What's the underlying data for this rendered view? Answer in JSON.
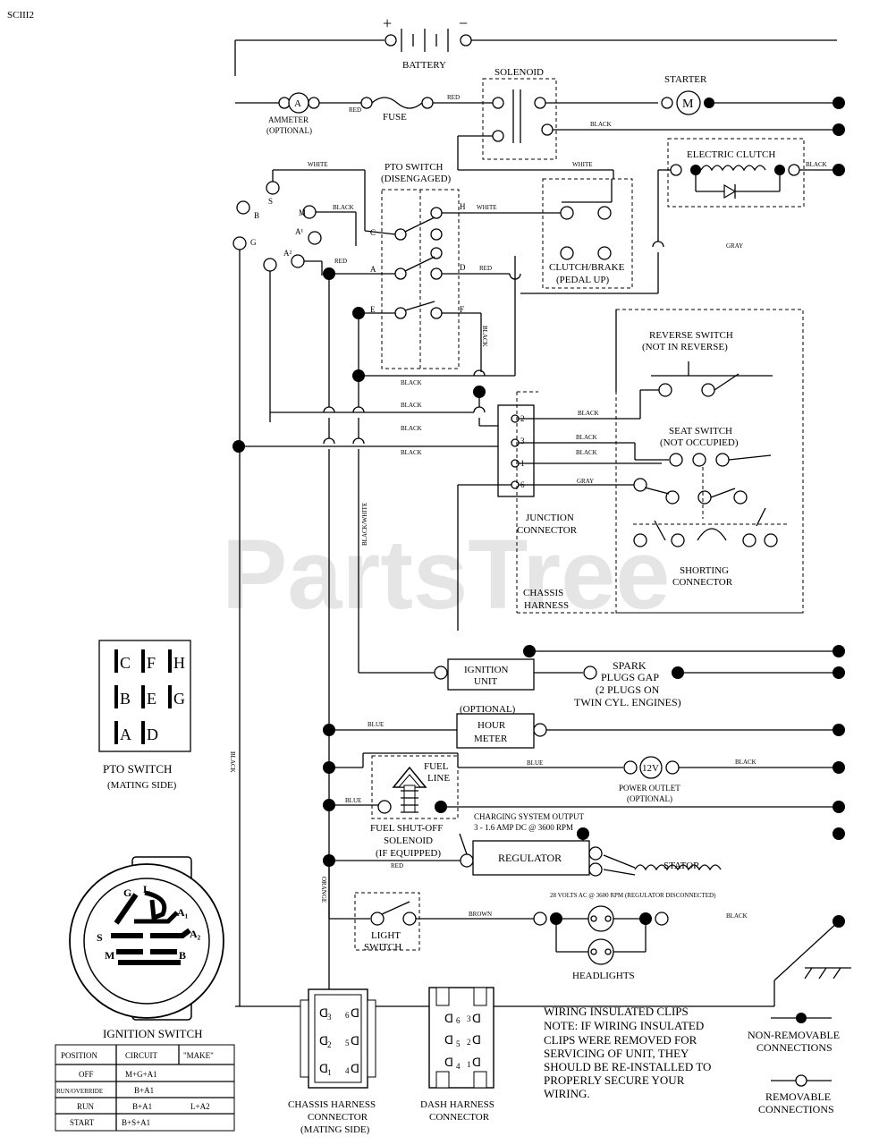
{
  "diagram_id": "SCIII2",
  "watermark": "PartsTree",
  "battery": {
    "label": "BATTERY",
    "plus": "+",
    "minus": "−"
  },
  "ammeter": {
    "symbol": "A",
    "label": "AMMETER",
    "sub": "(OPTIONAL)"
  },
  "fuse": {
    "label": "FUSE"
  },
  "solenoid": {
    "label": "SOLENOID"
  },
  "starter": {
    "label": "STARTER",
    "symbol": "M"
  },
  "electric_clutch": {
    "label": "ELECTRIC CLUTCH"
  },
  "pto_switch": {
    "title": "PTO SWITCH",
    "sub": "(DISENGAGED)",
    "terminals": [
      "C",
      "H",
      "A",
      "D",
      "E",
      "F"
    ]
  },
  "clutch_brake": {
    "label": "CLUTCH/BRAKE",
    "sub": "(PEDAL UP)"
  },
  "ignition_terminals": [
    "S",
    "M",
    "B",
    "A¹",
    "G",
    "A²"
  ],
  "reverse_switch": {
    "label": "REVERSE SWITCH",
    "sub": "(NOT IN REVERSE)"
  },
  "seat_switch": {
    "label": "SEAT SWITCH",
    "sub": "(NOT OCCUPIED)"
  },
  "junction": {
    "label1": "JUNCTION",
    "label2": "CONNECTOR",
    "pins": [
      "2",
      "3",
      "1",
      "6"
    ]
  },
  "shorting": {
    "label1": "SHORTING",
    "label2": "CONNECTOR"
  },
  "chassis_harness": {
    "label1": "CHASSIS",
    "label2": "HARNESS"
  },
  "ignition_unit": {
    "label1": "IGNITION",
    "label2": "UNIT"
  },
  "spark": {
    "l1": "SPARK",
    "l2": "PLUGS GAP",
    "l3": "(2 PLUGS ON",
    "l4": "TWIN CYL. ENGINES)"
  },
  "hour_meter": {
    "opt": "(OPTIONAL)",
    "l1": "HOUR",
    "l2": "METER"
  },
  "fuel_line": {
    "l1": "FUEL",
    "l2": "LINE"
  },
  "power_outlet": {
    "symbol": "12V",
    "l1": "POWER OUTLET",
    "l2": "(OPTIONAL)"
  },
  "fuel_shutoff": {
    "l1": "FUEL SHUT-OFF",
    "l2": "SOLENOID",
    "l3": "(IF EQUIPPED)"
  },
  "charging": {
    "l1": "CHARGING SYSTEM OUTPUT",
    "l2": "3 - 1.6 AMP DC @ 3600 RPM"
  },
  "regulator": {
    "label": "REGULATOR"
  },
  "stator": {
    "label": "STATOR",
    "note": "28 VOLTS AC @ 3600 RPM (REGULATOR DISCONNECTED)"
  },
  "light_switch": {
    "l1": "LIGHT",
    "l2": "SWITCH"
  },
  "headlights": {
    "label": "HEADLIGHTS"
  },
  "wires": {
    "red": "RED",
    "black": "BLACK",
    "white": "WHITE",
    "gray": "GRAY",
    "blue": "BLUE",
    "orange": "ORANGE",
    "brown": "BROWN",
    "black_white": "BLACK/WHITE"
  },
  "pto_mating": {
    "title": "PTO SWITCH",
    "sub": "(MATING SIDE)",
    "grid": [
      [
        "C",
        "F",
        "H"
      ],
      [
        "B",
        "E",
        "G"
      ],
      [
        "A",
        "D",
        ""
      ]
    ]
  },
  "ignition_switch": {
    "title": "IGNITION SWITCH",
    "terminals": [
      "G",
      "L",
      "A₁",
      "S",
      "A₂",
      "M",
      "B"
    ]
  },
  "ignition_table": {
    "headers": [
      "POSITION",
      "CIRCUIT",
      "\"MAKE\""
    ],
    "rows": [
      [
        "OFF",
        "M+G+A1",
        ""
      ],
      [
        "RUN/OVERRIDE",
        "B+A1",
        ""
      ],
      [
        "RUN",
        "B+A1",
        "L+A2"
      ],
      [
        "START",
        "B+S+A1",
        ""
      ]
    ]
  },
  "chassis_connector": {
    "l1": "CHASSIS HARNESS",
    "l2": "CONNECTOR",
    "l3": "(MATING SIDE)",
    "pins": [
      "3",
      "6",
      "2",
      "5",
      "1",
      "4"
    ]
  },
  "dash_connector": {
    "l1": "DASH HARNESS",
    "l2": "CONNECTOR",
    "pins": [
      "6",
      "3",
      "5",
      "2",
      "4",
      "1"
    ]
  },
  "clips_note": {
    "l1": "WIRING INSULATED CLIPS",
    "l2": "NOTE: IF WIRING INSULATED",
    "l3": "CLIPS WERE REMOVED FOR",
    "l4": "SERVICING OF UNIT, THEY",
    "l5": "SHOULD BE RE-INSTALLED TO",
    "l6": "PROPERLY SECURE YOUR",
    "l7": "WIRING."
  },
  "legend": {
    "nonremovable1": "NON-REMOVABLE",
    "nonremovable2": "CONNECTIONS",
    "removable1": "REMOVABLE",
    "removable2": "CONNECTIONS"
  }
}
